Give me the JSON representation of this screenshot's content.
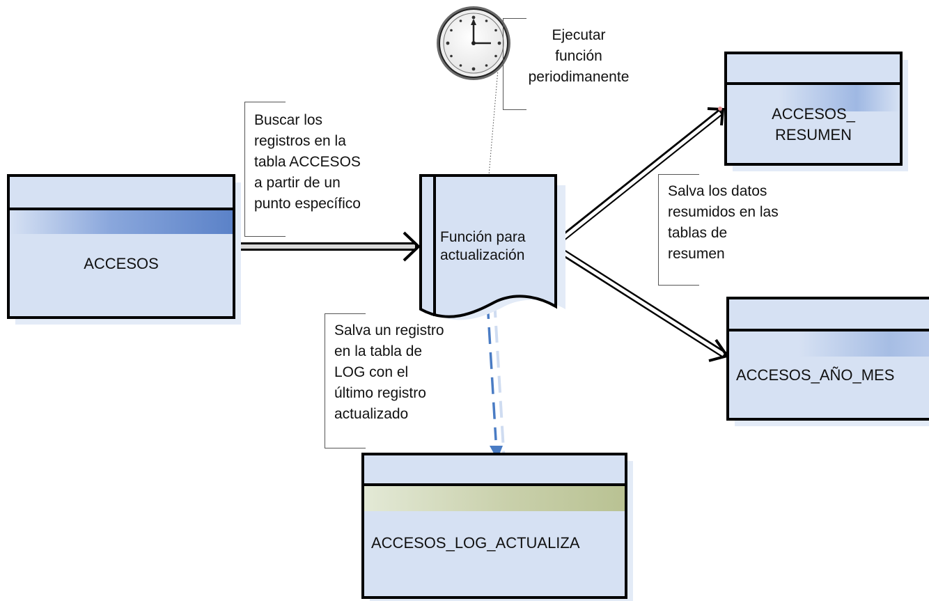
{
  "entities": {
    "accesos": "ACCESOS",
    "resumen_line1": "ACCESOS_",
    "resumen_line2": "RESUMEN",
    "anio_mes": "ACCESOS_AÑO_MES",
    "log": "ACCESOS_LOG_ACTUALIZA"
  },
  "process": {
    "line1": "Función para",
    "line2": "actualización"
  },
  "notes": {
    "buscar": [
      "Buscar los",
      "registros en la",
      "tabla ACCESOS",
      "a partir de un",
      "punto específico"
    ],
    "ejecutar": [
      "Ejecutar",
      "función",
      "periodimanente"
    ],
    "salva_resumen": [
      "Salva los datos",
      "resumidos en las",
      "tablas de",
      "resumen"
    ],
    "salva_log": [
      "Salva un registro",
      "en la tabla de",
      "LOG con el",
      "último registro",
      "actualizado"
    ]
  },
  "colors": {
    "entity_fill": "#d6e1f3",
    "entity_shadow": "#e3ebf7",
    "header_gradient_blue": "#5b82c8",
    "header_gradient_olive": "#bfc9a0",
    "dashed_arrow": "#4a7cc4"
  },
  "icons": [
    "clock-icon"
  ]
}
